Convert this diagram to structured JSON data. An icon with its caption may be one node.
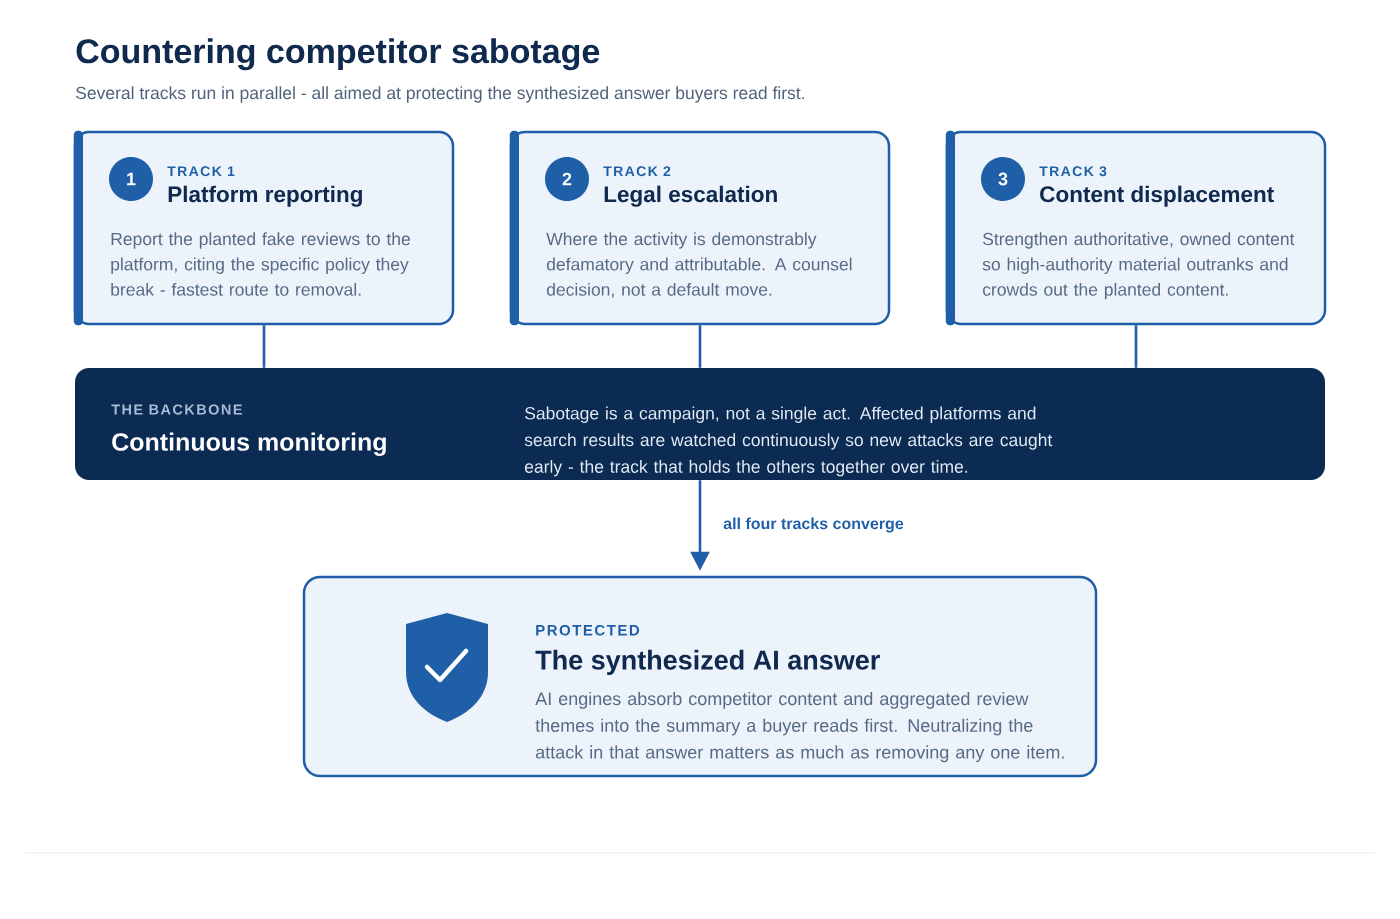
{
  "diagram": {
    "title": "Countering competitor sabotage",
    "nodes": [
      {
        "text": [
          "TRACK 1",
          "Platform reporting",
          "Report the planted fake reviews to the platform, citing the specific policy they break - fastest route to removal."
        ]
      },
      {
        "text": [
          "1"
        ],
        "in": 0
      },
      {
        "text": [
          "TRACK 2",
          "Legal escalation",
          "Where the activity is demonstrably defamatory and attributable. A counsel decision, not a default move."
        ]
      },
      {
        "text": [
          "2"
        ],
        "in": 2
      },
      {
        "text": [
          "TRACK 3",
          "Content displacement",
          "Strengthen authoritative, owned content so high-authority material outranks and crowds out the planted content."
        ]
      },
      {
        "text": [
          "3"
        ],
        "in": 4
      },
      {
        "text": [
          "THE BACKBONE",
          "Continuous monitoring",
          "Sabotage is a campaign, not a single act. Affected platforms and search results are watched continuously so new attacks are caught early - the track that holds the others together over time."
        ]
      },
      {
        "text": [
          "PROTECTED",
          "The synthesized AI answer",
          "AI engines absorb competitor content and aggregated review themes into the summary a buyer reads first. Neutralizing the attack in that answer matters as much as removing any one item."
        ]
      }
    ],
    "edges": [
      {
        "from": 0,
        "to": 6,
        "arrow": "none"
      },
      {
        "from": 2,
        "to": 6,
        "arrow": "none"
      },
      {
        "from": 4,
        "to": 6,
        "arrow": "none"
      },
      {
        "from": 6,
        "to": 7,
        "arrow": "to",
        "label": "all four tracks converge"
      }
    ],
    "labels": [
      "Several tracks run in parallel - all aimed at protecting the synthesized answer buyers read first."
    ]
  }
}
